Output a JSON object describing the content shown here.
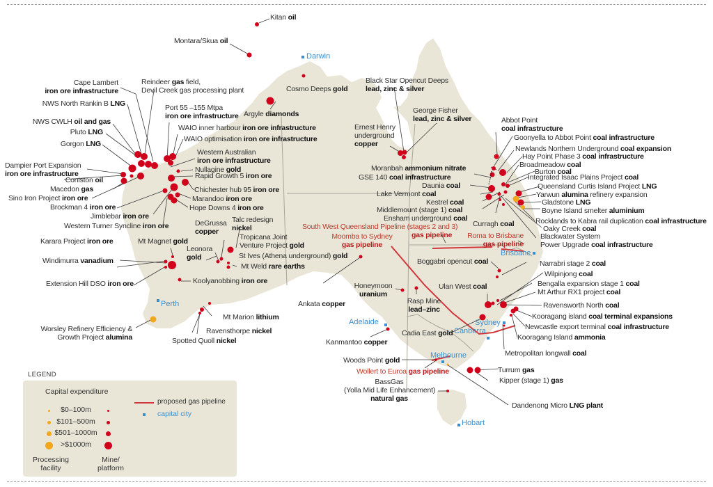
{
  "colors": {
    "land": "#e9e6d8",
    "mine_dot": "#d0021b",
    "processing_dot": "#f2a81d",
    "pipeline": "#d3363a",
    "capital_city": "#3a8fd0",
    "state_border": "#a8a498"
  },
  "cities": [
    {
      "name": "Darwin"
    },
    {
      "name": "Perth"
    },
    {
      "name": "Adelaide"
    },
    {
      "name": "Melbourne"
    },
    {
      "name": "Canberra"
    },
    {
      "name": "Sydney"
    },
    {
      "name": "Brisbane"
    },
    {
      "name": "Hobart"
    }
  ],
  "labels": {
    "kitan": {
      "name": "Kitan",
      "type": "oil"
    },
    "montara": {
      "name": "Montara/Skua",
      "type": "oil"
    },
    "cape_lambert": {
      "name": "Cape Lambert",
      "type": "iron ore infrastructure"
    },
    "reindeer": {
      "line1_pre": "Reindeer",
      "line1_bold": "gas",
      "line1_post": "field,",
      "line2": "Devil Creek gas processing plant"
    },
    "nws_rankin": {
      "name": "NWS North Rankin B",
      "type": "LNG"
    },
    "nws_cwlh": {
      "name": "NWS CWLH",
      "type": "oil and gas"
    },
    "pluto": {
      "name": "Pluto",
      "type": "LNG"
    },
    "gorgon": {
      "name": "Gorgon",
      "type": "LNG"
    },
    "dampier": {
      "name": "Dampier Port Expansion",
      "type": "iron ore infrastructure"
    },
    "coniston": {
      "name": "Coniston",
      "type": "oil"
    },
    "macedon": {
      "name": "Macedon",
      "type": "gas"
    },
    "sino_iron": {
      "name": "Sino Iron Project",
      "type": "iron ore"
    },
    "brockman": {
      "name": "Brockman 4",
      "type": "iron ore"
    },
    "jimblebar": {
      "name": "Jimblebar",
      "type": "iron ore"
    },
    "western_turner": {
      "name": "Western Turner Syncline",
      "type": "iron ore"
    },
    "port55": {
      "name": "Port 55 –155 Mtpa",
      "type": "iron ore infrastructure"
    },
    "waio_inner": {
      "name": "WAIO inner harbour",
      "type": "iron ore infrastructure"
    },
    "waio_opt": {
      "name": "WAIO optimisation",
      "type": "iron ore infrastructure"
    },
    "wa_iron": {
      "name": "Western Australian",
      "type": "iron ore infrastructure"
    },
    "nullagine": {
      "name": "Nullagine",
      "type": "gold"
    },
    "rapid_growth": {
      "name": "Rapid Growth 5",
      "type": "iron ore"
    },
    "chichester": {
      "name": "Chichester hub 95",
      "type": "iron ore"
    },
    "marandoo": {
      "name": "Marandoo",
      "type": "iron ore"
    },
    "hope_downs": {
      "name": "Hope Downs 4",
      "type": "iron ore"
    },
    "cosmo": {
      "name": "Cosmo Deeps",
      "type": "gold"
    },
    "argyle": {
      "name": "Argyle",
      "type": "diamonds"
    },
    "karara": {
      "name": "Karara Project",
      "type": "iron ore"
    },
    "windimurra": {
      "name": "Windimurra",
      "type": "vanadium"
    },
    "extension_hill": {
      "name": "Extension Hill DSO",
      "type": "iron ore"
    },
    "mt_magnet": {
      "name": "Mt Magnet",
      "type": "gold"
    },
    "degrussa": {
      "name": "DeGrussa",
      "type": "copper"
    },
    "talc": {
      "name": "Talc redesign",
      "type": "nickel"
    },
    "leonora": {
      "name": "Leonora",
      "type": "gold"
    },
    "tropicana": {
      "name1": "Tropicana Joint",
      "name2": "Venture Project",
      "type": "gold"
    },
    "st_ives": {
      "name": "St Ives (Athena underground)",
      "type": "gold"
    },
    "mt_weld": {
      "name": "Mt Weld",
      "type": "rare earths"
    },
    "koolyanobbing": {
      "name": "Koolyanobbing",
      "type": "iron ore"
    },
    "mt_marion": {
      "name": "Mt Marion",
      "type": "lithium"
    },
    "ravensthorpe": {
      "name": "Ravensthorpe",
      "type": "nickel"
    },
    "spotted_quoll": {
      "name": "Spotted Quoll",
      "type": "nickel"
    },
    "worsley": {
      "name1": "Worsley Refinery Efficiency &",
      "name2": "Growth Project",
      "type": "alumina"
    },
    "ankata": {
      "name": "Ankata",
      "type": "copper"
    },
    "black_star": {
      "name": "Black Star Opencut Deeps",
      "type": "lead, zinc & silver"
    },
    "george_fisher": {
      "name": "George Fisher",
      "type": "lead, zinc & silver"
    },
    "ernest_henry": {
      "name1": "Ernest Henry",
      "name2": "underground",
      "type": "copper"
    },
    "abbot_point": {
      "name": "Abbot Point",
      "type": "coal infrastructure"
    },
    "goonyella": {
      "name": "Goonyella to Abbot Point",
      "type": "coal infrastructure"
    },
    "newlands": {
      "name": "Newlands Northern Underground",
      "type": "coal expansion"
    },
    "hay_point": {
      "name": "Hay Point Phase 3",
      "type": "coal infrastructure"
    },
    "broadmeadow": {
      "name": "Broadmeadow",
      "type": "coal"
    },
    "burton": {
      "name": "Burton",
      "type": "coal"
    },
    "isaac_plains": {
      "name": "Integrated Isaac Plains Project",
      "type": "coal"
    },
    "curtis_island": {
      "name": "Queensland Curtis Island Project",
      "type": "LNG"
    },
    "yarwun": {
      "pre": "Yarwun",
      "type": "alumina",
      "post": "refinery expansion"
    },
    "gladstone": {
      "name": "Gladstone",
      "type": "LNG"
    },
    "boyne": {
      "name": "Boyne Island smelter",
      "type": "aluminium"
    },
    "rocklands": {
      "name": "Rocklands to Kabra rail duplication",
      "type": "coal infrastructure"
    },
    "oaky_creek": {
      "name": "Oaky Creek",
      "type": "coal"
    },
    "blackwater": {
      "name1": "Blackwater System",
      "name2": "Power Upgrade",
      "type": "coal infrastructure"
    },
    "moranbah": {
      "name": "Moranbah",
      "type": "ammonium nitrate"
    },
    "gse140": {
      "name": "GSE 140",
      "type": "coal infrastructure"
    },
    "daunia": {
      "name": "Daunia",
      "type": "coal"
    },
    "lake_vermont": {
      "name": "Lake Vermont",
      "type": "coal"
    },
    "kestrel": {
      "name": "Kestrel",
      "type": "coal"
    },
    "middlemount": {
      "name": "Middlemount (stage 1)",
      "type": "coal"
    },
    "ensham": {
      "name": "Ensham underground",
      "type": "coal"
    },
    "curragh": {
      "name": "Curragh",
      "type": "coal"
    },
    "swq_pipeline": {
      "name": "South West Queensland Pipeline (stages 2 and 3)",
      "type": "gas pipeline"
    },
    "moomba_sydney": {
      "name": "Moomba to Sydney",
      "type": "gas pipeline"
    },
    "roma_brisbane": {
      "name": "Roma to Brisbane",
      "type": "gas pipeline"
    },
    "boggabri": {
      "name": "Boggabri opencut",
      "type": "coal"
    },
    "narrabri": {
      "name": "Narrabri stage 2",
      "type": "coal"
    },
    "wilpinjong": {
      "name": "Wilpinjong",
      "type": "coal"
    },
    "bengalla": {
      "name": "Bengalla expansion stage 1",
      "type": "coal"
    },
    "mt_arthur": {
      "name": "Mt Arthur RX1 project",
      "type": "coal"
    },
    "ulan_west": {
      "name": "Ulan West",
      "type": "coal"
    },
    "ravensworth": {
      "name": "Ravensworth North",
      "type": "coal"
    },
    "kooragang_coal": {
      "name": "Kooragang island",
      "type": "coal terminal expansions"
    },
    "newcastle": {
      "name": "Newcastle export terminal",
      "type": "coal infrastructure"
    },
    "kooragang_ammonia": {
      "name": "Kooragang Island",
      "type": "ammonia"
    },
    "metropolitan": {
      "name": "Metropolitan longwall",
      "type": "coal"
    },
    "honeymoon": {
      "name": "Honeymoon",
      "type": "uranium"
    },
    "rasp": {
      "name": "Rasp Mine",
      "type": "lead–zinc"
    },
    "cadia": {
      "name": "Cadia East",
      "type": "gold"
    },
    "kanmantoo": {
      "name": "Kanmantoo",
      "type": "copper"
    },
    "woods_point": {
      "name": "Woods Point",
      "type": "gold"
    },
    "wollert": {
      "name": "Wollert to Euroa",
      "type": "gas pipeline"
    },
    "bassgas": {
      "name1": "BassGas",
      "name2": "(Yolla Mid Life Enhancement)",
      "type": "natural gas"
    },
    "turrum": {
      "name": "Turrum",
      "type": "gas"
    },
    "kipper": {
      "name": "Kipper (stage 1)",
      "type": "gas"
    },
    "dandenong": {
      "name": "Dandenong Micro",
      "type": "LNG plant"
    }
  },
  "legend": {
    "title": "LEGEND",
    "capex_title": "Capital expenditure",
    "ranges": [
      "$0–100m",
      "$101–500m",
      "$501–1000m",
      ">$1000m"
    ],
    "pipeline_label": "proposed gas pipeline",
    "city_label": "capital city",
    "col_left": "Processing facility",
    "col_left_1": "Processing",
    "col_left_2": "facility",
    "col_right_1": "Mine/",
    "col_right_2": "platform"
  }
}
